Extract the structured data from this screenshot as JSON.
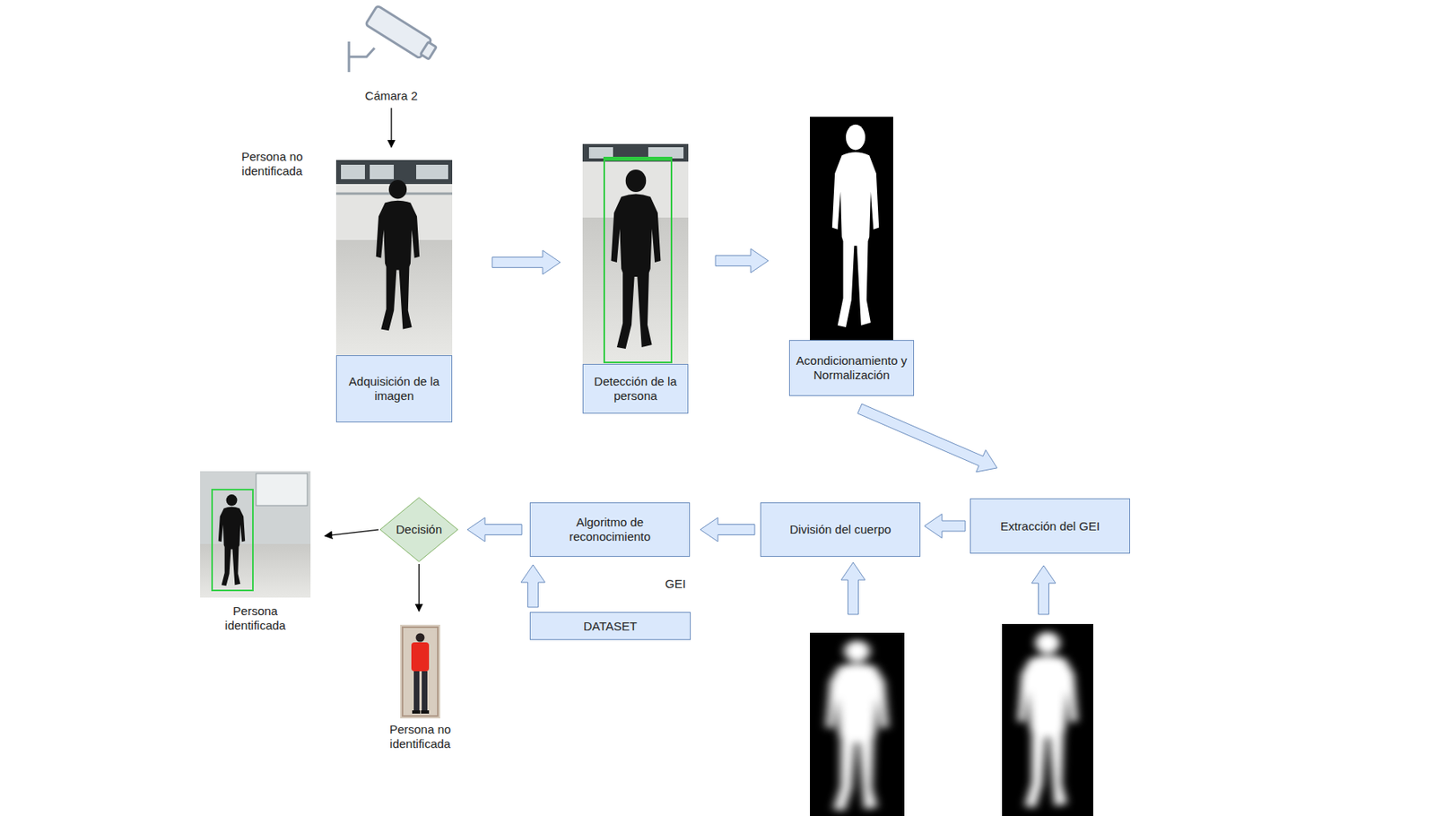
{
  "diagram": {
    "nodes": [
      {
        "text": [
          "Adquisición de la imagen"
        ]
      },
      {
        "text": [
          "Detección de la persona"
        ]
      },
      {
        "text": [
          "Acondicionamiento y Normalización"
        ]
      },
      {
        "text": [
          "Persona identificada"
        ]
      },
      {
        "text": [
          "Decisión"
        ]
      },
      {
        "text": [
          "Algoritmo de reconocimiento"
        ]
      },
      {
        "text": [
          "División del cuerpo"
        ]
      },
      {
        "text": [
          "Extracción del GEI"
        ]
      },
      {
        "text": [
          "DATASET"
        ]
      },
      {
        "text": [
          "Persona no identificada"
        ]
      }
    ],
    "edges": [
      {
        "from": 0,
        "to": 1,
        "arrow": "to"
      },
      {
        "from": 1,
        "to": 2,
        "arrow": "to"
      },
      {
        "from": 2,
        "to": 7,
        "arrow": "to"
      },
      {
        "from": 7,
        "to": 6,
        "arrow": "to"
      },
      {
        "from": 6,
        "to": 5,
        "arrow": "to"
      },
      {
        "from": 8,
        "to": 5,
        "arrow": "to"
      },
      {
        "from": 5,
        "to": 4,
        "arrow": "to"
      },
      {
        "from": 4,
        "to": 3,
        "arrow": "to"
      },
      {
        "from": 4,
        "to": 9,
        "arrow": "to"
      }
    ],
    "labels": [
      "Cámara 2",
      "Persona no identificada",
      "GEI"
    ]
  }
}
